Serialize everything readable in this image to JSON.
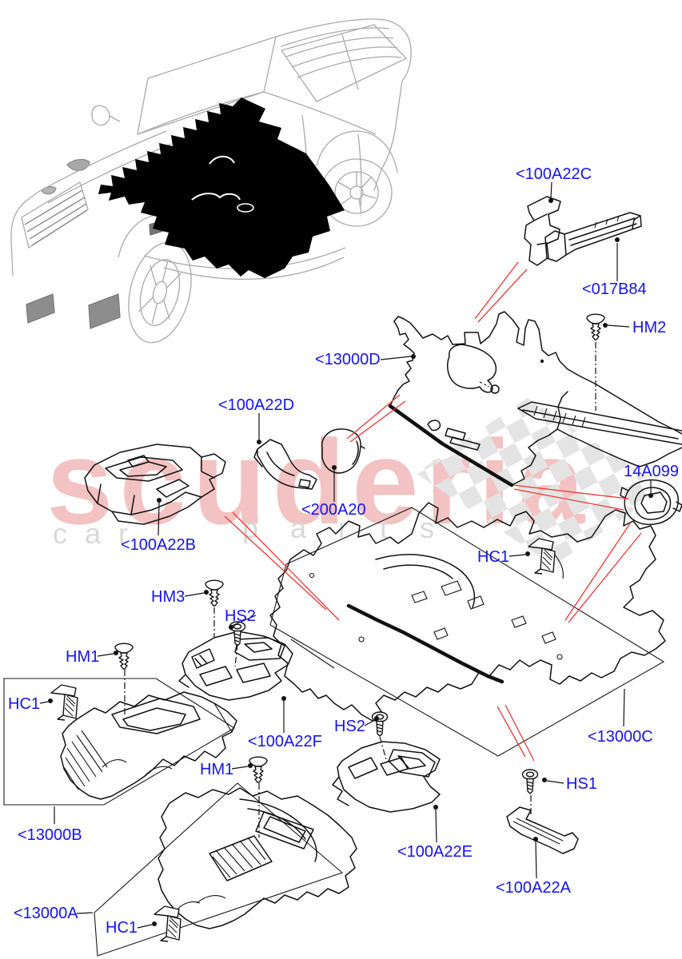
{
  "watermark": {
    "brand": "scuderia",
    "sub_left": "c a r",
    "sub_right": "p a r t s"
  },
  "colors": {
    "callout_blue": "#1414ef",
    "diagram_line": "#111111",
    "pointer_red": "#f23434",
    "watermark_pink": "#f3c2c2",
    "watermark_gray": "#d9d9d9",
    "checker_gray": "#e4e4e4",
    "car_line_gray": "#a9a9a9",
    "floor_silhouette": "#000000"
  },
  "callouts": [
    {
      "id": "100A22C",
      "text": "<100A22C"
    },
    {
      "id": "017B84",
      "text": "<017B84"
    },
    {
      "id": "HM2",
      "text": "HM2"
    },
    {
      "id": "13000D",
      "text": "<13000D"
    },
    {
      "id": "100A22D",
      "text": "<100A22D"
    },
    {
      "id": "200A20",
      "text": "<200A20"
    },
    {
      "id": "100A22B",
      "text": "<100A22B"
    },
    {
      "id": "14A099",
      "text": "14A099"
    },
    {
      "id": "HC1-1",
      "text": "HC1"
    },
    {
      "id": "HM3",
      "text": "HM3"
    },
    {
      "id": "HS2-1",
      "text": "HS2"
    },
    {
      "id": "HM1-1",
      "text": "HM1"
    },
    {
      "id": "HC1-2",
      "text": "HC1"
    },
    {
      "id": "100A22F",
      "text": "<100A22F"
    },
    {
      "id": "13000C",
      "text": "<13000C"
    },
    {
      "id": "HS2-2",
      "text": "HS2"
    },
    {
      "id": "HS1",
      "text": "HS1"
    },
    {
      "id": "13000B",
      "text": "<13000B"
    },
    {
      "id": "HM1-2",
      "text": "HM1"
    },
    {
      "id": "100A22E",
      "text": "<100A22E"
    },
    {
      "id": "100A22A",
      "text": "<100A22A"
    },
    {
      "id": "13000A",
      "text": "<13000A"
    },
    {
      "id": "HC1-3",
      "text": "HC1"
    }
  ]
}
